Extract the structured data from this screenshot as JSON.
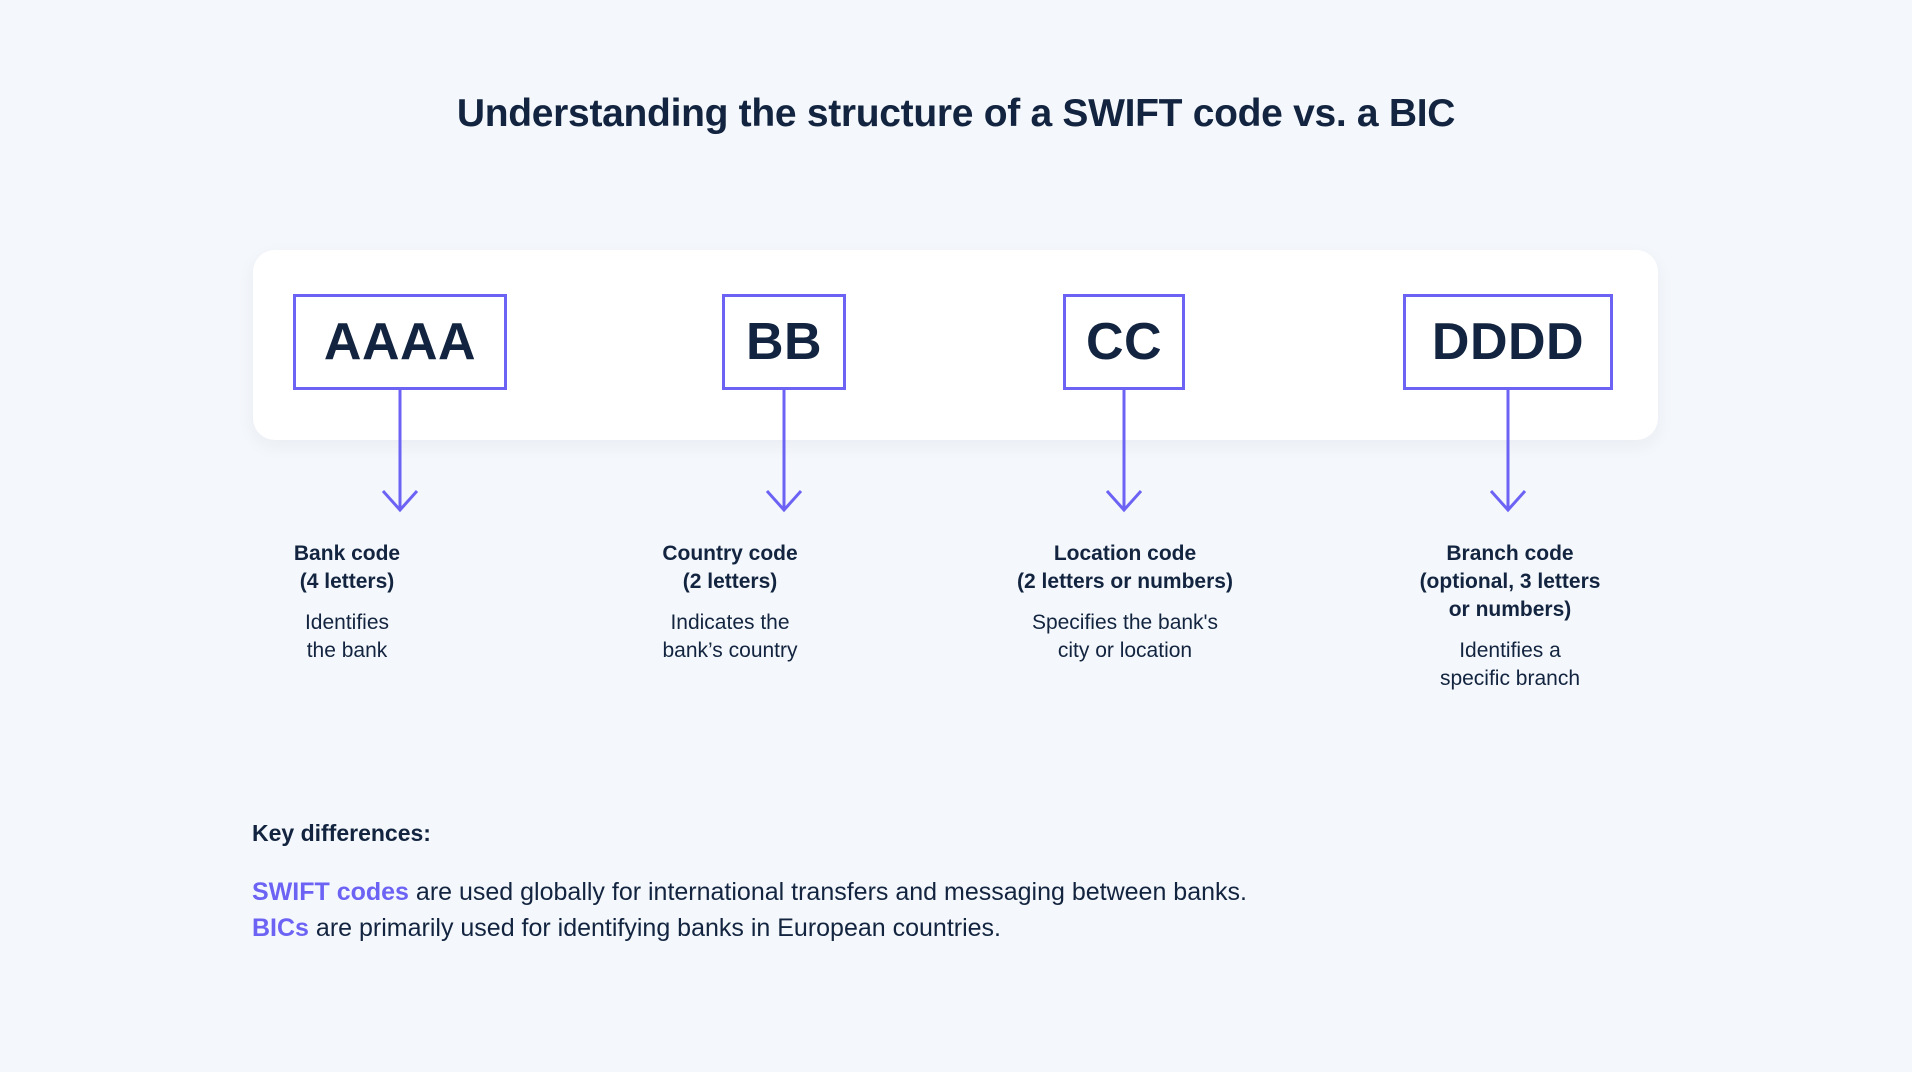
{
  "title": "Understanding the structure of a SWIFT code vs. a BIC",
  "colors": {
    "background": "#f4f7fb",
    "card": "#ffffff",
    "accent": "#6c63f5",
    "text": "#12243f"
  },
  "code_card": {
    "boxes": [
      {
        "code": "AAAA"
      },
      {
        "code": "BB"
      },
      {
        "code": "CC"
      },
      {
        "code": "DDDD"
      }
    ]
  },
  "columns": [
    {
      "title": "Bank code\n(4 letters)",
      "description": "Identifies\nthe bank"
    },
    {
      "title": "Country code\n(2 letters)",
      "description": "Indicates the\nbank’s country"
    },
    {
      "title": "Location code\n(2 letters or numbers)",
      "description": "Specifies the bank's\ncity or location"
    },
    {
      "title": "Branch code\n(optional, 3 letters\nor numbers)",
      "description": "Identifies a\nspecific branch"
    }
  ],
  "key_differences": {
    "heading": "Key differences:",
    "line1_accent": "SWIFT codes",
    "line1_rest": " are used globally for international transfers and messaging between banks.",
    "line2_accent": "BICs",
    "line2_rest": " are primarily used for identifying banks in European countries."
  }
}
